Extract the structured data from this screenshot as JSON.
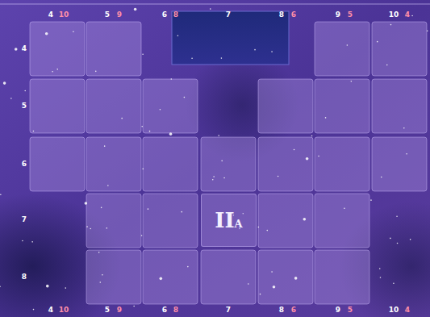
{
  "diagram": {
    "nodes": [
      {
        "text": [
          "II",
          "A"
        ]
      }
    ],
    "labels": [
      "4",
      "10",
      "5",
      "9",
      "6",
      "8",
      "7",
      "8",
      "6",
      "9",
      "5",
      "10",
      "4",
      "4",
      "5",
      "6",
      "7",
      "8",
      "4",
      "10",
      "5",
      "9",
      "6",
      "8",
      "7",
      "8",
      "6",
      "9",
      "5",
      "10",
      "4"
    ]
  }
}
